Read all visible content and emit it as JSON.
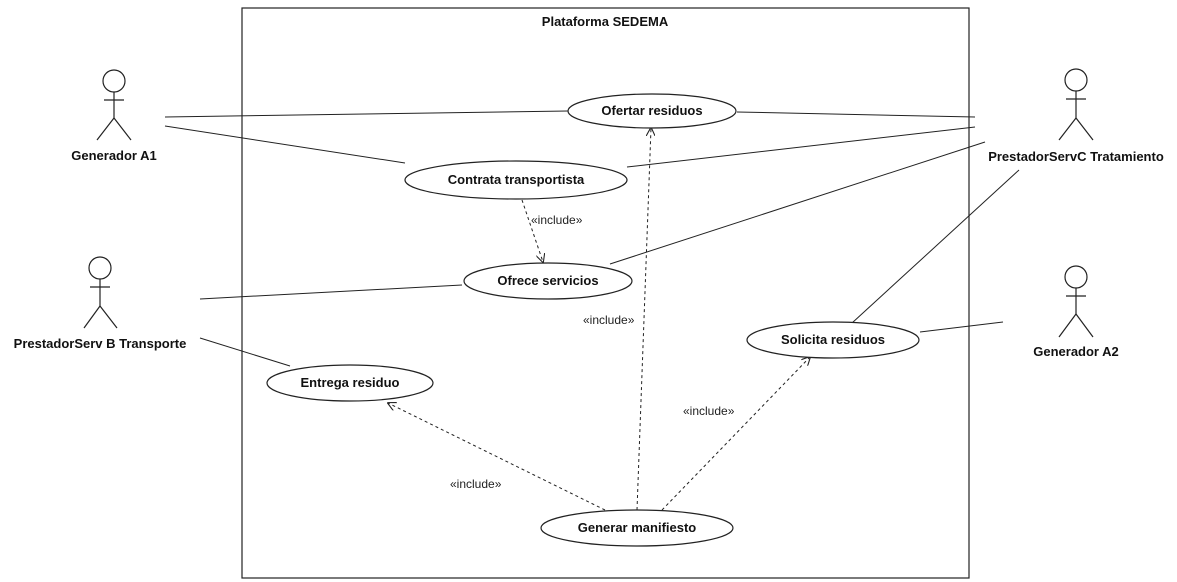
{
  "system": {
    "title": "Plataforma SEDEMA"
  },
  "actors": {
    "generador_a1": "Generador A1",
    "prestador_transporte": "PrestadorServ B Transporte",
    "prestador_tratamiento": "PrestadorServC Tratamiento",
    "generador_a2": "Generador A2"
  },
  "usecases": {
    "ofertar": "Ofertar residuos",
    "contrata": "Contrata transportista",
    "ofrece": "Ofrece servicios",
    "solicita": "Solicita residuos",
    "entrega": "Entrega residuo",
    "manifiesto": "Generar manifiesto"
  },
  "relations": {
    "include_label": "«include»"
  }
}
